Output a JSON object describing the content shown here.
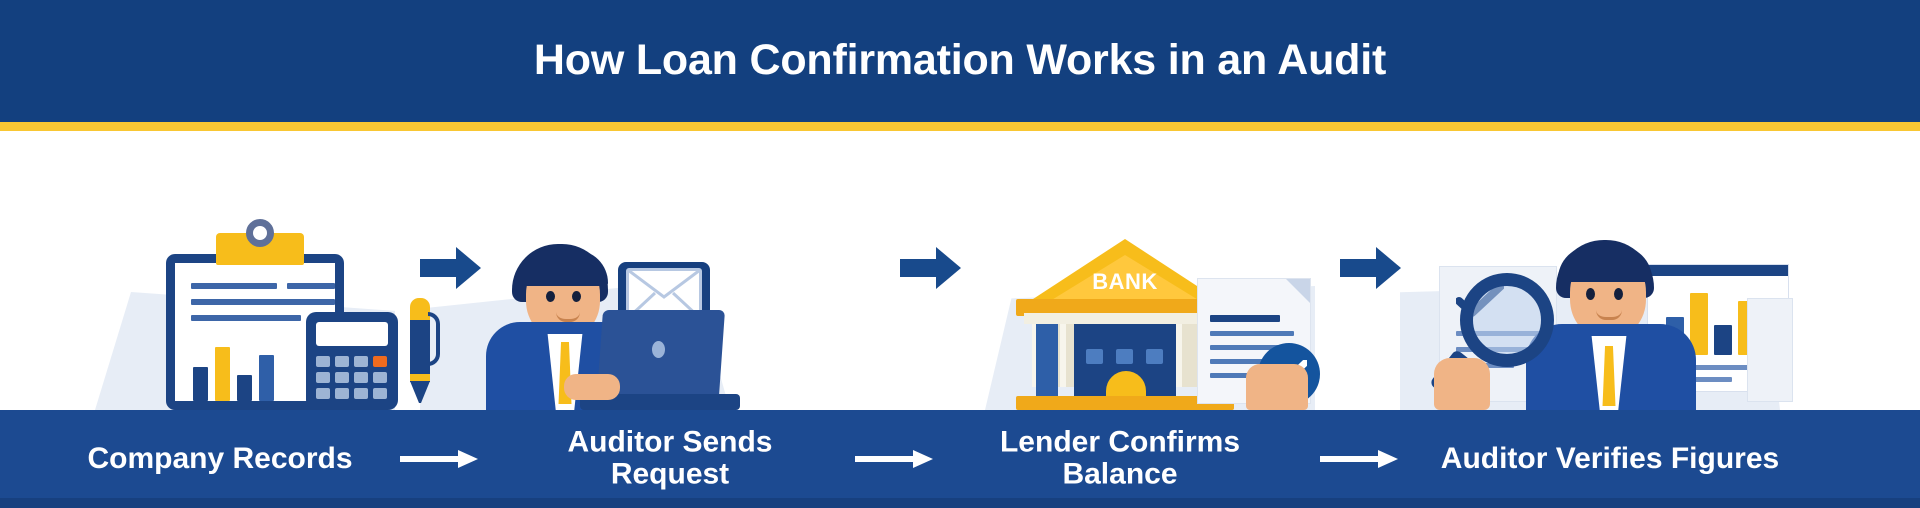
{
  "header": {
    "title": "How Loan Confirmation Works in an Audit",
    "background_color": "#13407f",
    "divider_color": "#f9c733"
  },
  "theme": {
    "dark_blue": "#13407f",
    "mid_blue": "#1c4484",
    "accent_blue": "#1f4fa3",
    "gold": "#f7bd1b",
    "light_gold": "#ffc83d",
    "white": "#ffffff",
    "light_gray_blue": "#e7edf6",
    "band_blue": "#1c4a91",
    "skin": "#f0b486",
    "hair": "#162e63"
  },
  "steps": [
    {
      "id": "step-1",
      "label": "Company Records",
      "scene": "clipboard-calculator-pen",
      "icons": [
        "clipboard-icon",
        "calculator-icon",
        "pen-icon",
        "bar-chart-icon"
      ]
    },
    {
      "id": "step-2",
      "label": "Auditor Sends Request",
      "scene": "auditor-laptop-envelope",
      "icons": [
        "auditor-person-icon",
        "laptop-icon",
        "envelope-icon",
        "speech-bubble-icon"
      ]
    },
    {
      "id": "step-3",
      "label": "Lender Confirms Balance",
      "scene": "bank-document-check",
      "icons": [
        "bank-icon",
        "document-icon",
        "check-circle-icon",
        "hand-icon"
      ],
      "bank_sign": "BANK"
    },
    {
      "id": "step-4",
      "label": "Auditor Verifies Figures",
      "scene": "auditor-magnifier-charts",
      "icons": [
        "auditor-person-icon",
        "magnifying-glass-icon",
        "checklist-icon",
        "bar-chart-icon"
      ]
    }
  ],
  "arrows": {
    "block_arrow_name": "block-arrow-icon",
    "thin_arrow_name": "thin-arrow-icon",
    "count_block": 3,
    "count_thin": 3
  }
}
